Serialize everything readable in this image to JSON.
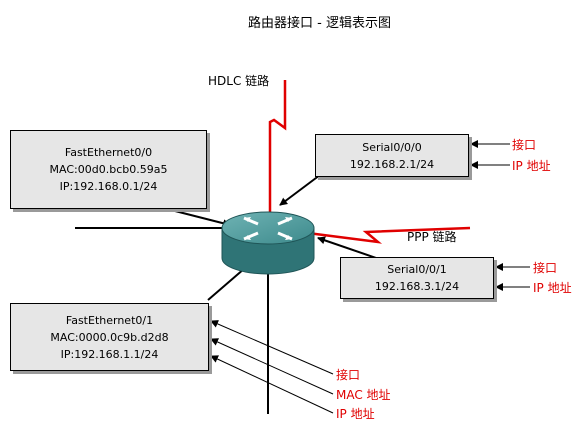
{
  "title": "路由器接口 - 逻辑表示图",
  "link_labels": {
    "hdlc": "HDLC 链路",
    "ppp": "PPP 链路"
  },
  "interfaces": {
    "fa00": {
      "name": "FastEthernet0/0",
      "mac": "MAC:00d0.bcb0.59a5",
      "ip": "IP:192.168.0.1/24"
    },
    "fa01": {
      "name": "FastEthernet0/1",
      "mac": "MAC:0000.0c9b.d2d8",
      "ip": "IP:192.168.1.1/24"
    },
    "s000": {
      "name": "Serial0/0/0",
      "ip": "192.168.2.1/24"
    },
    "s001": {
      "name": "Serial0/0/1",
      "ip": "192.168.3.1/24"
    }
  },
  "callouts": {
    "interface": "接口",
    "ip_address": "IP 地址",
    "mac_address": "MAC 地址"
  },
  "colors": {
    "accent": "#e00000",
    "box_fill": "#e6e6e6",
    "router": "#3d8a8c"
  }
}
